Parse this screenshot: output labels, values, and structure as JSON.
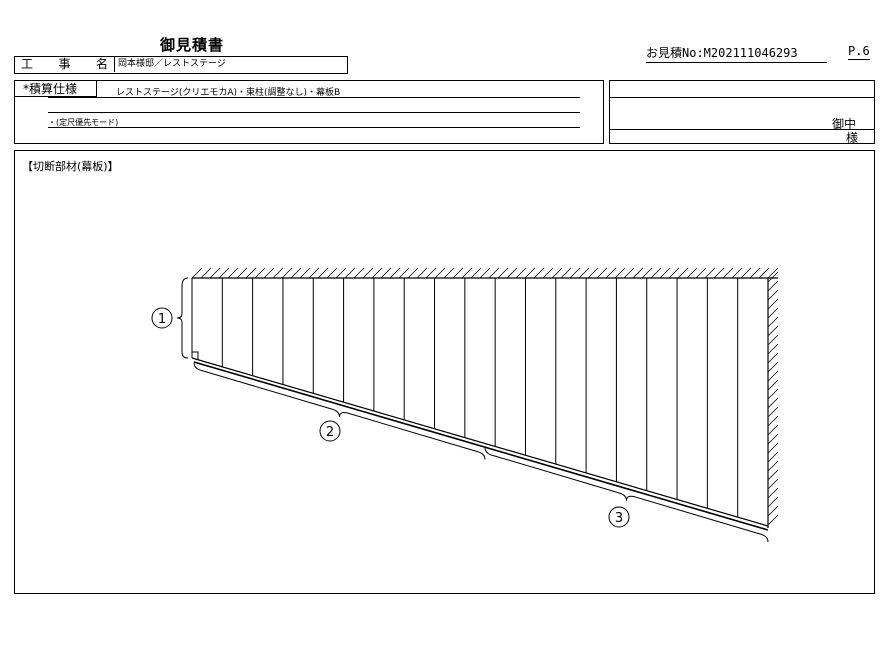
{
  "header": {
    "title": "御見積書",
    "estimate_no": "お見積No:M202111046293",
    "page": "P.6"
  },
  "project": {
    "label_chars": [
      "工",
      "事",
      "名"
    ],
    "value": "岡本様邸／レストステージ"
  },
  "spec": {
    "label": "*積算仕様",
    "line1": "レストステージ(クリエモカA)・束柱(調整なし)・幕板B",
    "line2": "・(定尺優先モード)"
  },
  "client": {
    "onchu": "御中",
    "sama": "様"
  },
  "section": {
    "title": "【切断部材(幕板)】"
  },
  "drawing": {
    "panel_count": 19,
    "callouts": [
      {
        "id": "1",
        "label": "①"
      },
      {
        "id": "2",
        "label": "②"
      },
      {
        "id": "3",
        "label": "③"
      }
    ]
  }
}
